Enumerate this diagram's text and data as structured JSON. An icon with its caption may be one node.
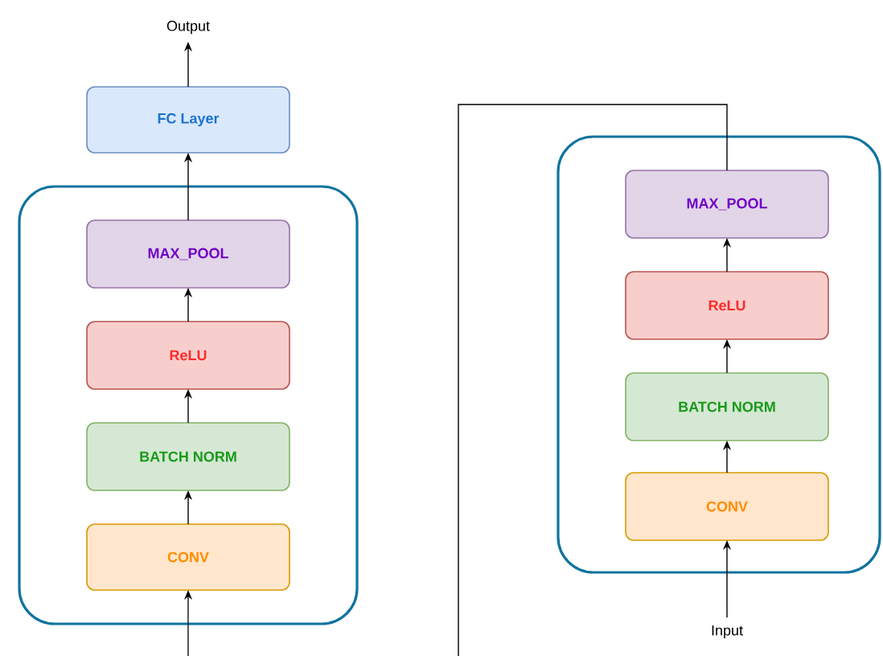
{
  "diagram": {
    "nodes": [
      {
        "text": [
          "Output"
        ]
      },
      {
        "text": [
          "FC Layer"
        ]
      },
      {
        "text": [],
        "shape": "box"
      },
      {
        "text": [
          "MAX_POOL"
        ],
        "in": 2
      },
      {
        "text": [
          "ReLU"
        ],
        "in": 2
      },
      {
        "text": [
          "BATCH NORM"
        ],
        "in": 2
      },
      {
        "text": [
          "CONV"
        ],
        "in": 2
      },
      {
        "text": [],
        "shape": "box"
      },
      {
        "text": [
          "MAX_POOL"
        ],
        "in": 7
      },
      {
        "text": [
          "ReLU"
        ],
        "in": 7
      },
      {
        "text": [
          "BATCH NORM"
        ],
        "in": 7
      },
      {
        "text": [
          "CONV"
        ],
        "in": 7
      },
      {
        "text": [
          "Input"
        ]
      }
    ],
    "edges": [
      {
        "from": 1,
        "to": 0,
        "arrow": "to"
      },
      {
        "from": 3,
        "to": 1,
        "arrow": "to"
      },
      {
        "from": 4,
        "to": 3,
        "arrow": "to"
      },
      {
        "from": 5,
        "to": 4,
        "arrow": "to"
      },
      {
        "from": 6,
        "to": 5,
        "arrow": "to"
      },
      {
        "from": null,
        "to": 6,
        "arrow": "to"
      },
      {
        "from": 9,
        "to": 8,
        "arrow": "to"
      },
      {
        "from": 10,
        "to": 9,
        "arrow": "to"
      },
      {
        "from": 11,
        "to": 10,
        "arrow": "to"
      },
      {
        "from": 12,
        "to": 11,
        "arrow": "to"
      },
      {
        "from": 8,
        "to": null,
        "arrow": "none"
      }
    ]
  }
}
